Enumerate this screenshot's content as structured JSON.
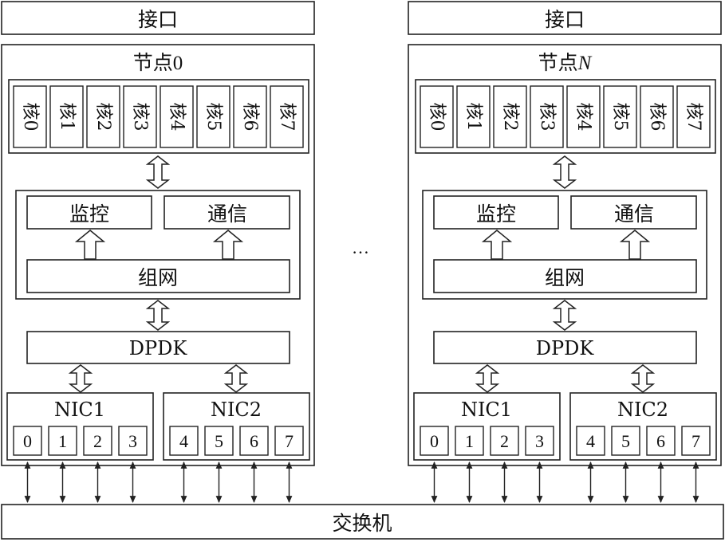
{
  "interface_label": "接口",
  "ellipsis": "…",
  "switch_label": "交换机",
  "nodes": [
    {
      "title_prefix": "节点",
      "title_suffix": "0",
      "suffix_italic": false,
      "cores": [
        "核0",
        "核1",
        "核2",
        "核3",
        "核4",
        "核5",
        "核6",
        "核7"
      ],
      "monitor": "监控",
      "comm": "通信",
      "network": "组网",
      "dpdk": "DPDK",
      "nic1": {
        "label": "NIC1",
        "ports": [
          "0",
          "1",
          "2",
          "3"
        ]
      },
      "nic2": {
        "label": "NIC2",
        "ports": [
          "4",
          "5",
          "6",
          "7"
        ]
      }
    },
    {
      "title_prefix": "节点",
      "title_suffix": "N",
      "suffix_italic": true,
      "cores": [
        "核0",
        "核1",
        "核2",
        "核3",
        "核4",
        "核5",
        "核6",
        "核7"
      ],
      "monitor": "监控",
      "comm": "通信",
      "network": "组网",
      "dpdk": "DPDK",
      "nic1": {
        "label": "NIC1",
        "ports": [
          "0",
          "1",
          "2",
          "3"
        ]
      },
      "nic2": {
        "label": "NIC2",
        "ports": [
          "4",
          "5",
          "6",
          "7"
        ]
      }
    }
  ]
}
